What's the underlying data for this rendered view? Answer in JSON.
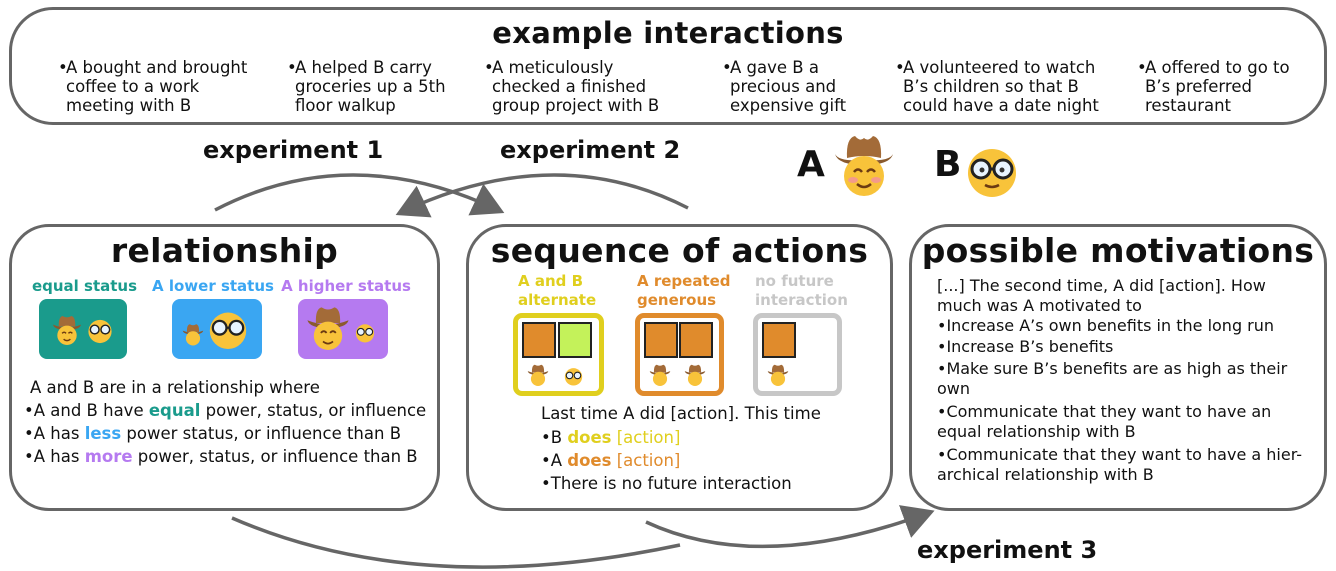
{
  "colors": {
    "equal": "#1a9b8c",
    "lower": "#3aa6f2",
    "higher": "#b57af0",
    "alternate": "#e0cf1e",
    "repeated": "#e08b2c",
    "nofuture": "#c7c7c7",
    "orange_square": "#e08b2c",
    "green_square": "#c4f25a",
    "border": "#666666"
  },
  "interactions": {
    "title": "example interactions",
    "items": [
      {
        "bullet": "•",
        "text": "A bought and brought coffee to a work meeting with B"
      },
      {
        "bullet": "•",
        "text": "A helped B carry groceries up a 5th floor walkup"
      },
      {
        "bullet": "•",
        "text": "A meticulously checked a finished group project with B"
      },
      {
        "bullet": "•",
        "text": "A gave B a precious and expensive gift"
      },
      {
        "bullet": "•",
        "text": "A volunteered to watch B’s children so that B could have a date night"
      },
      {
        "bullet": "•",
        "text": "A offered to go to B’s preferred restaurant"
      }
    ]
  },
  "experiments": {
    "e1": "experiment 1",
    "e2": "experiment 2",
    "e3": "experiment 3"
  },
  "agents": {
    "a_label": "A",
    "b_label": "B",
    "a_icon": "cowboy-face-icon",
    "b_icon": "glasses-face-icon"
  },
  "relationship": {
    "title": "relationship",
    "statuses": [
      "equal status",
      "A lower status",
      "A higher status"
    ],
    "intro": "A and B are in a relationship where",
    "bullets": [
      {
        "pre": "A and B have ",
        "kw": "equal",
        "post": " power, status, or influence"
      },
      {
        "pre": "A has ",
        "kw": "less",
        "post": " power status, or influence than B"
      },
      {
        "pre": "A has ",
        "kw": "more",
        "post": " power, status, or influence than B"
      }
    ]
  },
  "sequence": {
    "title": "sequence of actions",
    "labels": [
      {
        "l1": "A and B",
        "l2": "alternate"
      },
      {
        "l1": "A repeated",
        "l2": "generous"
      },
      {
        "l1": "no future",
        "l2": "interaction"
      }
    ],
    "intro": "Last time A did [action]. This time",
    "bullets": [
      {
        "pre": "B ",
        "kw": "does",
        "post": " [action]"
      },
      {
        "pre": "A ",
        "kw": "does",
        "post": " [action]"
      },
      {
        "pre": "There is no future interaction",
        "kw": "",
        "post": ""
      }
    ]
  },
  "motivations": {
    "title": "possible motivations",
    "intro": "[...] The second time, A did [action]. How much was A motivated to",
    "bullets": [
      "Increase A’s own benefits in the long run",
      "Increase B’s benefits",
      "Make sure B’s benefits are as high as their own",
      "Communicate that they want to have an equal relationship with B",
      "Communicate that they want to have a hier-archical relationship with B"
    ]
  }
}
